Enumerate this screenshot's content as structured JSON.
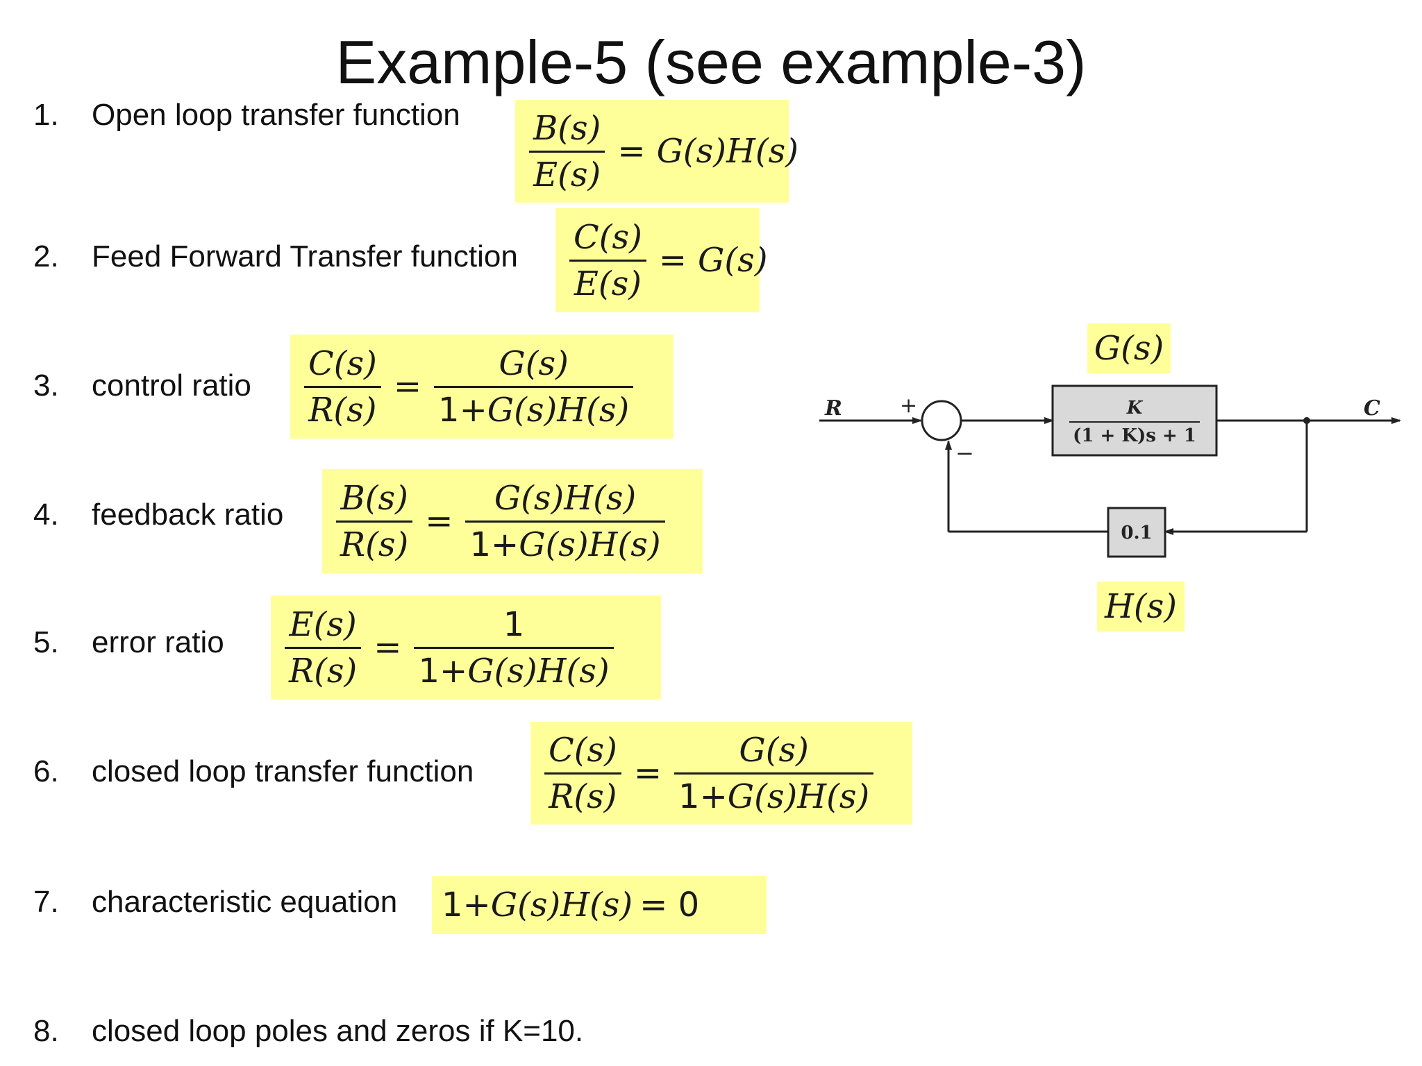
{
  "title": "Example-5 (see example-3)",
  "items": [
    {
      "num": "1.",
      "label": "Open loop transfer function",
      "lhs_num": "B(s)",
      "lhs_den": "E(s)",
      "rhs": "G(s)H(s)"
    },
    {
      "num": "2.",
      "label": "Feed Forward Transfer function",
      "lhs_num": "C(s)",
      "lhs_den": "E(s)",
      "rhs": "G(s)"
    },
    {
      "num": "3.",
      "label": "control ratio",
      "lhs_num": "C(s)",
      "lhs_den": "R(s)",
      "rhs_num": "G(s)",
      "rhs_den_one": "1+",
      "rhs_den": "G(s)H(s)"
    },
    {
      "num": "4.",
      "label": "feedback ratio",
      "lhs_num": "B(s)",
      "lhs_den": "R(s)",
      "rhs_num": "G(s)H(s)",
      "rhs_den_one": "1+",
      "rhs_den": "G(s)H(s)"
    },
    {
      "num": "5.",
      "label": "error ratio",
      "lhs_num": "E(s)",
      "lhs_den": "R(s)",
      "rhs_num": "1",
      "rhs_den_one": "1+",
      "rhs_den": "G(s)H(s)"
    },
    {
      "num": "6.",
      "label": "closed loop transfer function",
      "lhs_num": "C(s)",
      "lhs_den": "R(s)",
      "rhs_num": "G(s)",
      "rhs_den_one": "1+",
      "rhs_den": "G(s)H(s)"
    },
    {
      "num": "7.",
      "label": "characteristic equation",
      "eq_one": "1+",
      "eq_mid": "G(s)H(s)",
      "eq_rhs": "= 0"
    },
    {
      "num": "8.",
      "label": "closed loop poles and zeros if K=10."
    }
  ],
  "diagram": {
    "g_label": "G(s)",
    "h_label": "H(s)",
    "input": "R",
    "output": "C",
    "plus": "+",
    "minus": "−",
    "forward_num": "K",
    "forward_den": "(1 + K)s + 1",
    "feedback_gain": "0.1"
  },
  "colors": {
    "highlight": "#ffff99",
    "block_fill": "#d9d9d9"
  }
}
